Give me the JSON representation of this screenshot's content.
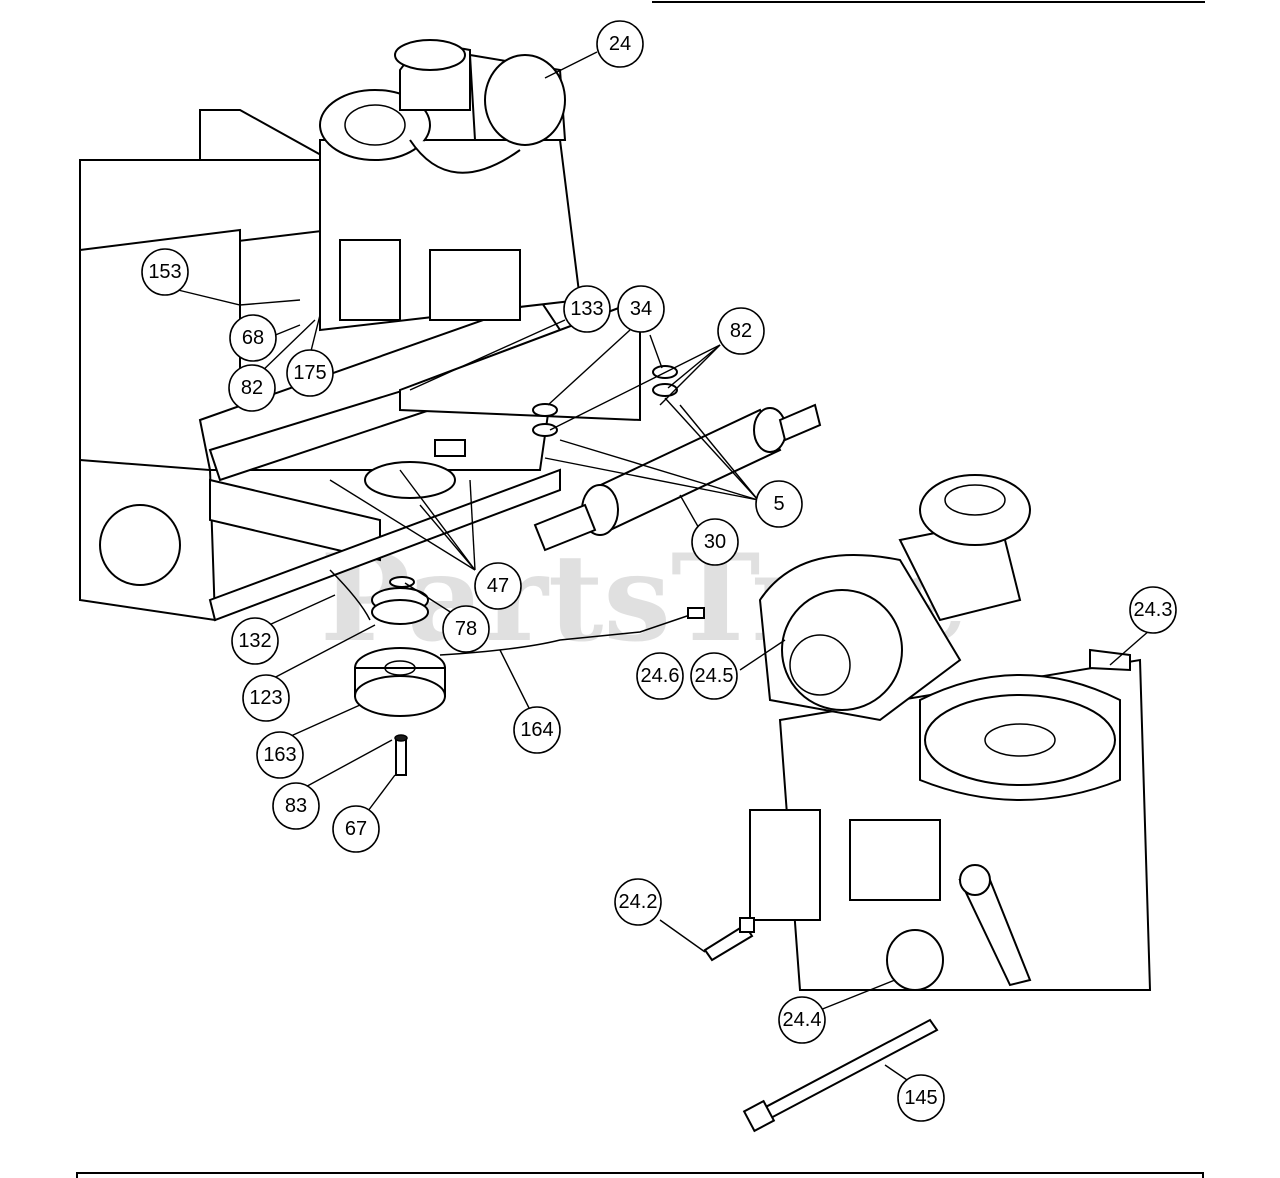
{
  "watermark": "PartsTree",
  "callouts": [
    {
      "id": "c-24",
      "label": "24"
    },
    {
      "id": "c-153",
      "label": "153"
    },
    {
      "id": "c-133",
      "label": "133"
    },
    {
      "id": "c-34",
      "label": "34"
    },
    {
      "id": "c-82a",
      "label": "82"
    },
    {
      "id": "c-68",
      "label": "68"
    },
    {
      "id": "c-175",
      "label": "175"
    },
    {
      "id": "c-82b",
      "label": "82"
    },
    {
      "id": "c-5",
      "label": "5"
    },
    {
      "id": "c-30",
      "label": "30"
    },
    {
      "id": "c-47",
      "label": "47"
    },
    {
      "id": "c-78",
      "label": "78"
    },
    {
      "id": "c-132",
      "label": "132"
    },
    {
      "id": "c-123",
      "label": "123"
    },
    {
      "id": "c-163",
      "label": "163"
    },
    {
      "id": "c-164",
      "label": "164"
    },
    {
      "id": "c-83",
      "label": "83"
    },
    {
      "id": "c-67",
      "label": "67"
    },
    {
      "id": "c-24-3",
      "label": "24.3"
    },
    {
      "id": "c-24-6",
      "label": "24.6"
    },
    {
      "id": "c-24-5",
      "label": "24.5"
    },
    {
      "id": "c-24-2",
      "label": "24.2"
    },
    {
      "id": "c-24-4",
      "label": "24.4"
    },
    {
      "id": "c-145",
      "label": "145"
    }
  ]
}
